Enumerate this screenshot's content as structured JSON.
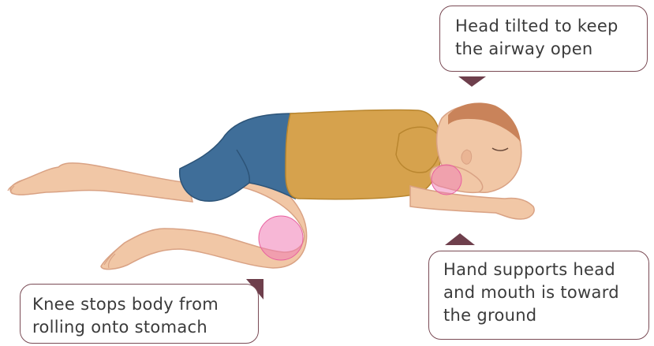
{
  "callouts": {
    "head": {
      "lines": [
        "Head tilted to keep",
        "the airway open"
      ]
    },
    "hand": {
      "lines": [
        "Hand supports head",
        "and mouth is toward",
        "the ground"
      ]
    },
    "knee": {
      "lines": [
        "Knee stops body from",
        "rolling onto stomach"
      ]
    }
  },
  "colors": {
    "callout_border": "#7a4b55",
    "pointer": "#6e3f4c",
    "skin": "#f1c7a6",
    "skin_shadow": "#d9a284",
    "shirt": "#d6a24d",
    "shirt_shadow": "#b9862f",
    "shorts": "#3f6e99",
    "shorts_shadow": "#2d5478",
    "hair": "#c9835a",
    "highlight": "#f07cb4"
  },
  "illustration": {
    "subject": "child-in-recovery-position"
  }
}
